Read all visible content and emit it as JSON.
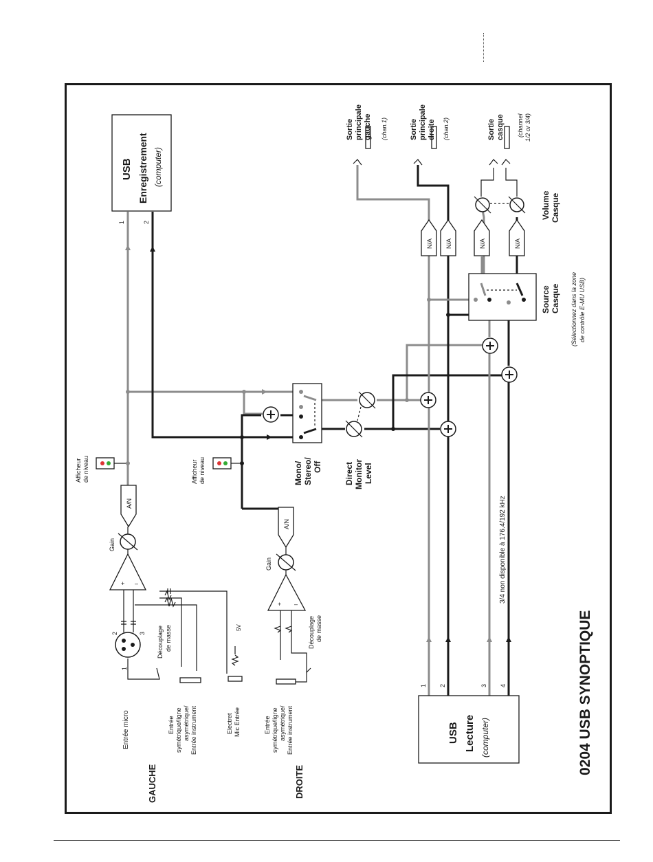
{
  "header": {
    "marker": ""
  },
  "diagram": {
    "title": "0204 USB SYNOPTIQUE",
    "usb_rec": {
      "title_1": "USB",
      "title_2": "Enregistrement",
      "sub": "(computer)",
      "ch1": "1",
      "ch2": "2"
    },
    "usb_play": {
      "title_1": "USB",
      "title_2": "Lecture",
      "sub": "(computer)",
      "ch1": "1",
      "ch2": "2",
      "ch3": "3",
      "ch4": "4"
    },
    "note_34": "3/4 non disponible à 176.4/192 kHz",
    "left": {
      "section": "GAUCHE",
      "mic_input": "Entrée micro",
      "pin1": "1",
      "pin2": "2",
      "pin3": "3",
      "ground_lift": [
        "Découplage",
        "de masse"
      ],
      "line_input": [
        "Entrée",
        "symétrique/ligne",
        "asymétrique/",
        "Entrée instrument"
      ],
      "electret": [
        "Electret",
        "Mic Entrée"
      ],
      "voltage": "5V",
      "gain": "Gain",
      "adc": "A/N",
      "meter": [
        "Afficheur",
        "de niveau"
      ]
    },
    "right": {
      "section": "DROITE",
      "line_input": [
        "Entrée",
        "symétrique/ligne",
        "asymétrique/",
        "Entrée instrument"
      ],
      "ground_lift": [
        "Découplage",
        "de masse"
      ],
      "gain": "Gain",
      "adc": "A/N",
      "meter": [
        "Afficheur",
        "de niveau"
      ]
    },
    "mono_stereo": [
      "Mono/",
      "Stereo/",
      "Off"
    ],
    "direct_monitor": [
      "Direct",
      "Monitor",
      "Level"
    ],
    "dac": "N/A",
    "source_casque": [
      "Source",
      "Casque"
    ],
    "source_note": [
      "(Sélectionnez dans la zone",
      "de contrôle E-MU USB)"
    ],
    "volume_casque": [
      "Volume",
      "Casque"
    ],
    "outputs": {
      "main_left": [
        "Sortie",
        "principale",
        "gauche",
        "(chan.1)"
      ],
      "main_right": [
        "Sortie",
        "principale",
        "droite",
        "(chan.2)"
      ],
      "headphone": [
        "Sortie",
        "casque",
        "(channel",
        "1/2 or 3/4)"
      ]
    }
  }
}
